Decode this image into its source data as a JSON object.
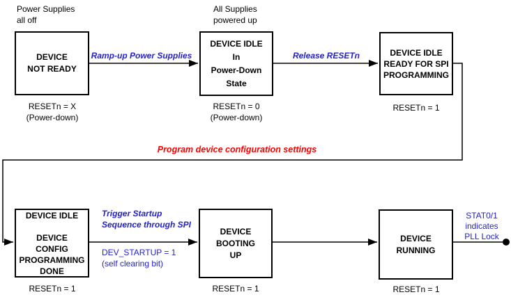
{
  "colors": {
    "accent_blue": "#2222CC",
    "accent_red": "#FF0000",
    "line_black": "#000000"
  },
  "states": [
    {
      "id": "device-not-ready",
      "label": "DEVICE\nNOT READY",
      "top_note": "Power Supplies\nall off",
      "bottom_note": "RESETn = X\n(Power-down)"
    },
    {
      "id": "device-idle-power-down",
      "label": "DEVICE IDLE\nIn\nPower-Down\nState",
      "top_note": "All Supplies\npowered up",
      "bottom_note": "RESETn = 0\n(Power-down)"
    },
    {
      "id": "device-idle-ready-spi",
      "label": "DEVICE IDLE\nREADY FOR SPI\nPROGRAMMING",
      "bottom_note": "RESETn = 1"
    },
    {
      "id": "device-config-done",
      "label": "DEVICE IDLE\n\nDEVICE\nCONFIG\nPROGRAMMING\nDONE",
      "bottom_note": "RESETn = 1"
    },
    {
      "id": "device-booting-up",
      "label": "DEVICE\nBOOTING\nUP",
      "bottom_note": "RESETn = 1"
    },
    {
      "id": "device-running",
      "label": "DEVICE\nRUNNING",
      "bottom_note": "RESETn = 1"
    }
  ],
  "transitions": {
    "ramp_up": "Ramp-up Power Supplies",
    "release_reset": "Release RESETn",
    "program_config": "Program device configuration settings",
    "trigger_startup": "Trigger Startup\nSequence through SPI",
    "dev_startup": "DEV_STARTUP = 1\n(self clearing bit)",
    "stat_note": "STAT0/1\nindicates\nPLL Lock"
  }
}
